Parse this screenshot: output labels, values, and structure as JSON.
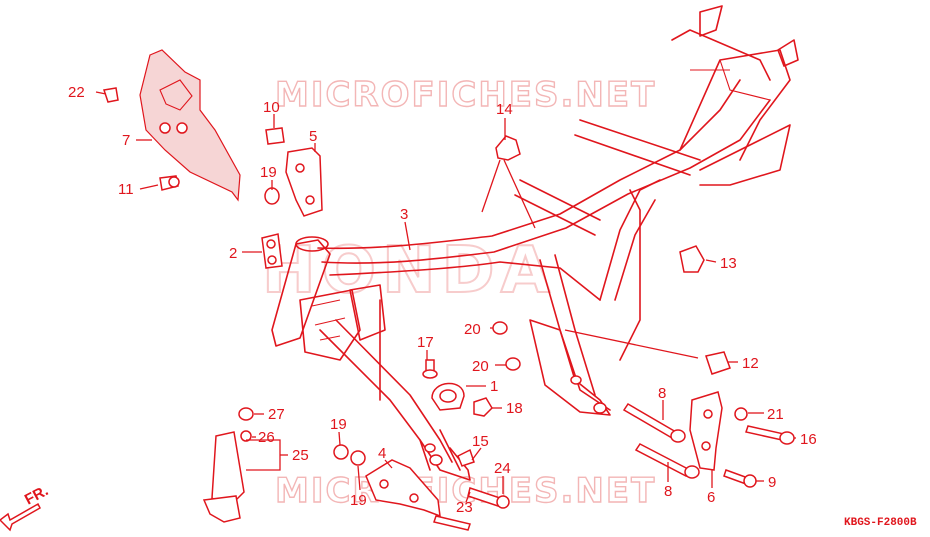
{
  "watermarks": {
    "top": "MICROFICHES.NET",
    "center": "HONDA",
    "bottom": "MICROFICHES.NET"
  },
  "diagram_code": "KBGS-F2800B",
  "direction_label": "FR.",
  "callouts": {
    "c1": "1",
    "c2": "2",
    "c3": "3",
    "c4": "4",
    "c5": "5",
    "c6": "6",
    "c7": "7",
    "c8a": "8",
    "c8b": "8",
    "c9": "9",
    "c10": "10",
    "c11": "11",
    "c12": "12",
    "c13": "13",
    "c14": "14",
    "c15": "15",
    "c16": "16",
    "c17": "17",
    "c18": "18",
    "c19a": "19",
    "c19b": "19",
    "c19c": "19",
    "c20a": "20",
    "c20b": "20",
    "c21": "21",
    "c22": "22",
    "c23": "23",
    "c24": "24",
    "c25": "25",
    "c26": "26",
    "c27": "27"
  }
}
